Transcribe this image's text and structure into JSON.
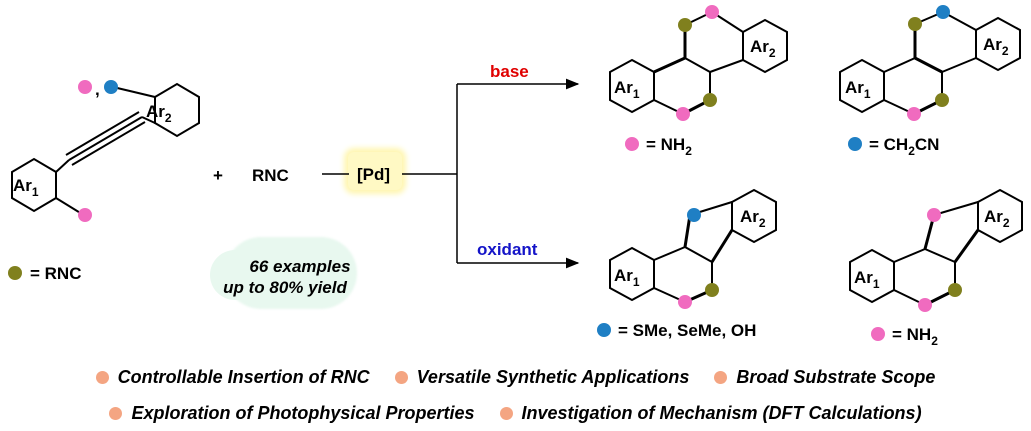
{
  "colors": {
    "pink": "#f06bbf",
    "blue": "#1f7fc4",
    "olive": "#80801e",
    "feature_dot": "#f4a582",
    "base_red": "#e00000",
    "oxidant_blue": "#1414c8"
  },
  "reactants": {
    "ar1": "Ar",
    "ar1_sub": "1",
    "ar2": "Ar",
    "ar2_sub": "2",
    "comma": ",",
    "plus": "+",
    "rnc": "RNC",
    "olive_legend": "= RNC"
  },
  "catalyst": {
    "label": "[Pd]"
  },
  "conditions": {
    "base": "base",
    "oxidant": "oxidant"
  },
  "scope": {
    "line1": "66 examples",
    "line2": "up to 80% yield"
  },
  "products": {
    "p1_legend": "= NH",
    "p1_legend_sub": "2",
    "p2_legend_a": "= CH",
    "p2_legend_sub": "2",
    "p2_legend_b": "CN",
    "p3_legend": "= SMe, SeMe, OH",
    "p4_legend": "= NH",
    "p4_legend_sub": "2"
  },
  "features": [
    "Controllable Insertion of RNC",
    "Versatile Synthetic Applications",
    "Broad Substrate Scope",
    "Exploration of Photophysical Properties",
    "Investigation of Mechanism (DFT Calculations)"
  ]
}
